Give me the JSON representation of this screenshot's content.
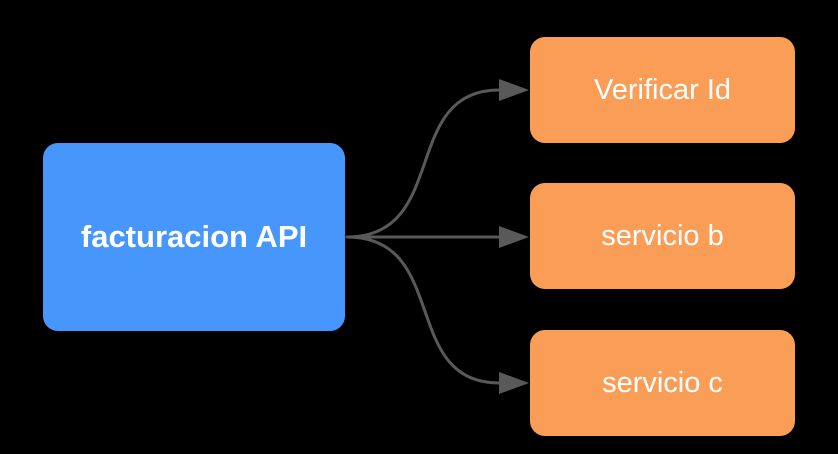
{
  "diagram": {
    "nodes": [
      {
        "id": "facturacion-api",
        "label": "facturacion API",
        "shape": "rounded-rectangle",
        "fill": "blue"
      },
      {
        "id": "verificar-id",
        "label": "Verificar Id",
        "shape": "rounded-rectangle",
        "fill": "orange"
      },
      {
        "id": "servicio-b",
        "label": "servicio b",
        "shape": "rounded-rectangle",
        "fill": "orange"
      },
      {
        "id": "servicio-c",
        "label": "servicio c",
        "shape": "rounded-rectangle",
        "fill": "orange"
      }
    ],
    "edges": [
      {
        "from": "facturacion API",
        "to": "Verificar Id",
        "style": "curved-arrow"
      },
      {
        "from": "facturacion API",
        "to": "servicio b",
        "style": "straight-arrow"
      },
      {
        "from": "facturacion API",
        "to": "servicio c",
        "style": "curved-arrow"
      }
    ]
  },
  "colors": {
    "background": "#000000",
    "blue_node": "#4696FB",
    "orange_node": "#FA9E57",
    "edge": "#595959",
    "label": "#FFFFFF"
  }
}
